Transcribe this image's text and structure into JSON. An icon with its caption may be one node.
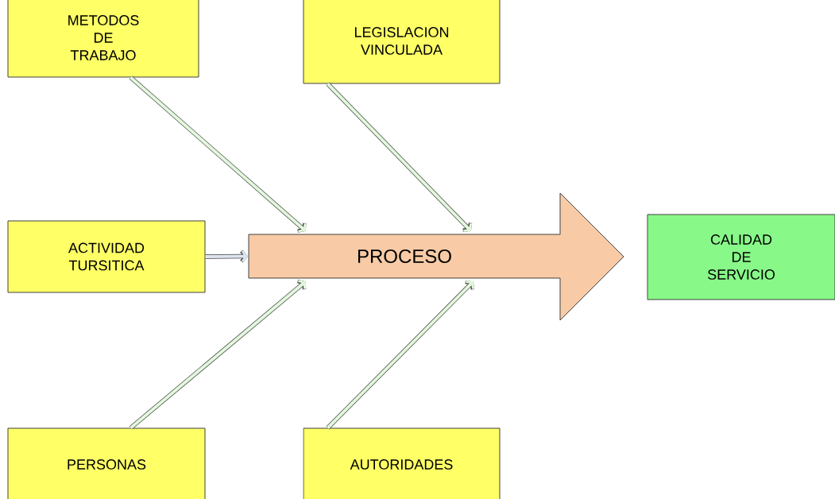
{
  "diagram": {
    "nodes": [
      {
        "text": [
          "METODOS DE TRABAJO"
        ]
      },
      {
        "text": [
          "LEGISLACION VINCULADA"
        ]
      },
      {
        "text": [
          "ACTIVIDAD TURSITICA"
        ]
      },
      {
        "text": [
          "PROCESO"
        ]
      },
      {
        "text": [
          "CALIDAD DE SERVICIO"
        ]
      },
      {
        "text": [
          "PERSONAS"
        ]
      },
      {
        "text": [
          "AUTORIDADES"
        ]
      }
    ],
    "edges": [
      {
        "from": 0,
        "to": 3,
        "arrow": "to"
      },
      {
        "from": 1,
        "to": 3,
        "arrow": "to"
      },
      {
        "from": 2,
        "to": 3,
        "arrow": "to",
        "color": "#dfe5ef"
      },
      {
        "from": 5,
        "to": 3,
        "arrow": "to"
      },
      {
        "from": 6,
        "to": 3,
        "arrow": "to"
      }
    ]
  }
}
